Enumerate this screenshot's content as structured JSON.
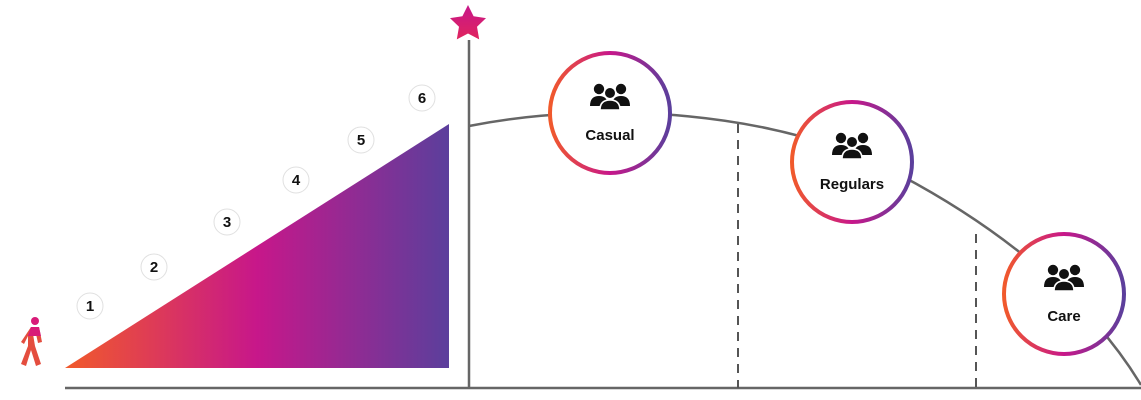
{
  "steps": [
    {
      "number": "1"
    },
    {
      "number": "2"
    },
    {
      "number": "3"
    },
    {
      "number": "4"
    },
    {
      "number": "5"
    },
    {
      "number": "6"
    }
  ],
  "stages": [
    {
      "label": "Casual",
      "icon": "group-icon"
    },
    {
      "label": "Regulars",
      "icon": "group-icon"
    },
    {
      "label": "Care",
      "icon": "group-icon"
    }
  ],
  "icons": {
    "start": "walking-person-icon",
    "goal": "star-icon"
  },
  "colors": {
    "gradient_start": "#f15a2b",
    "gradient_mid": "#c7178a",
    "gradient_end": "#5b3f9c",
    "star": "#d01d7a",
    "line": "#666666",
    "dashed": "#555555",
    "icon_fill": "#111111"
  }
}
